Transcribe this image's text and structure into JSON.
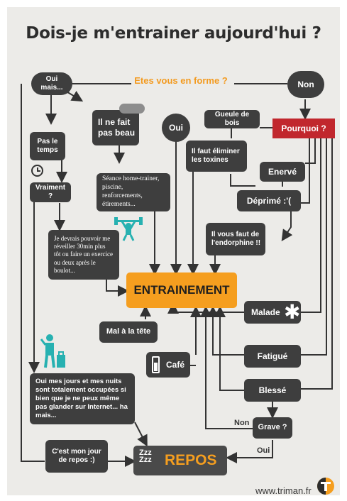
{
  "title": "Dois-je m'entrainer aujourd'hui ?",
  "nodes": {
    "etes_vous": "Etes vous en forme ?",
    "oui_mais": "Oui mais...",
    "non": "Non",
    "pas_le_temps": "Pas le temps",
    "vraiment": "Vraiment ?",
    "il_ne_fait": "Il ne fait pas beau",
    "oui": "Oui",
    "gueule_de_bois": "Gueule de bois",
    "pourquoi": "Pourquoi ?",
    "eliminer": "Il faut éliminer les toxines",
    "enerve": "Enervé",
    "deprime": "Déprimé :'(",
    "endorphine": "Il vous faut de l'endorphine !!",
    "seance": "Séance home-trainer, piscine, renforcements, étirements...",
    "je_devrais": "Je devrais pouvoir me réveiller 30min plus tôt ou faire un exercice ou deux après le boulot...",
    "entrainement": "ENTRAINEMENT",
    "malade": "Malade",
    "mal_tete": "Mal à la tête",
    "cafe": "Café",
    "fatigue": "Fatigué",
    "blesse": "Blessé",
    "grave": "Grave ?",
    "mes_jours": "Oui mes jours et mes nuits sont totalement occupées si bien que je ne peux même pas glander sur Internet... ha mais...",
    "jour_repos": "C'est mon jour de repos :)",
    "repos": "REPOS",
    "zzz": "Zzz Zzz"
  },
  "edge_labels": {
    "non": "Non",
    "oui": "Oui"
  },
  "footer": "www.triman.fr",
  "colors": {
    "background": "#ecebe8",
    "node": "#3e3e3e",
    "accent_orange": "#f59e1f",
    "pourquoi_red": "#c1272d",
    "teal_icons": "#27b1b1"
  }
}
